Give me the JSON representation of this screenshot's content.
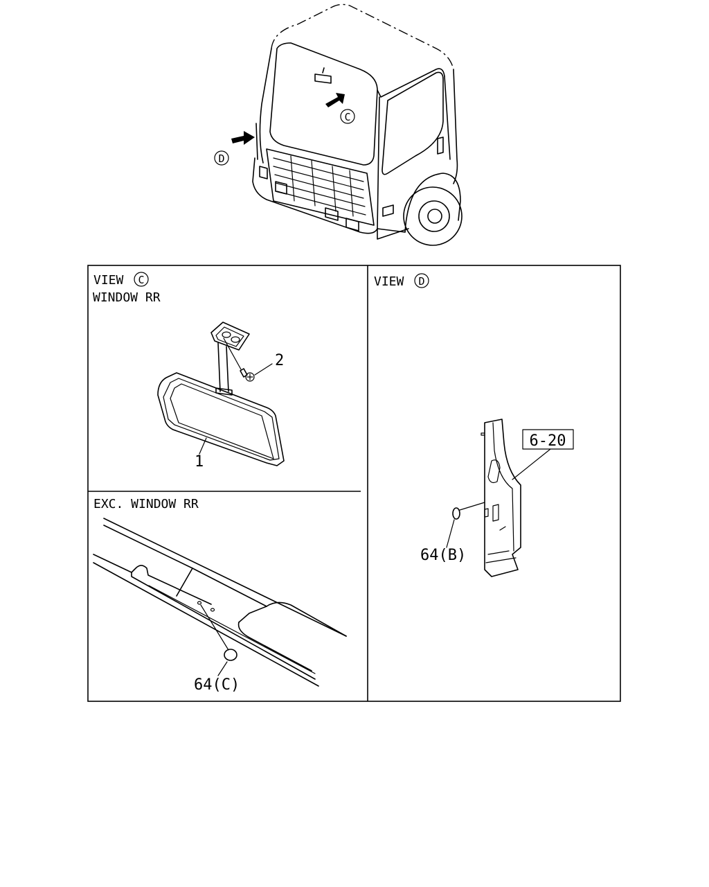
{
  "overview": {
    "view_c_marker": "C",
    "view_d_marker": "D"
  },
  "panel_view_c": {
    "view_word": "VIEW",
    "view_letter": "C",
    "subtitle": "WINDOW RR",
    "callout_mirror": "1",
    "callout_screw": "2"
  },
  "panel_exc": {
    "title": "EXC. WINDOW RR",
    "callout_plug": "64(C)"
  },
  "panel_view_d": {
    "view_word": "VIEW",
    "view_letter": "D",
    "ref_box": "6-20",
    "callout_plug": "64(B)"
  }
}
